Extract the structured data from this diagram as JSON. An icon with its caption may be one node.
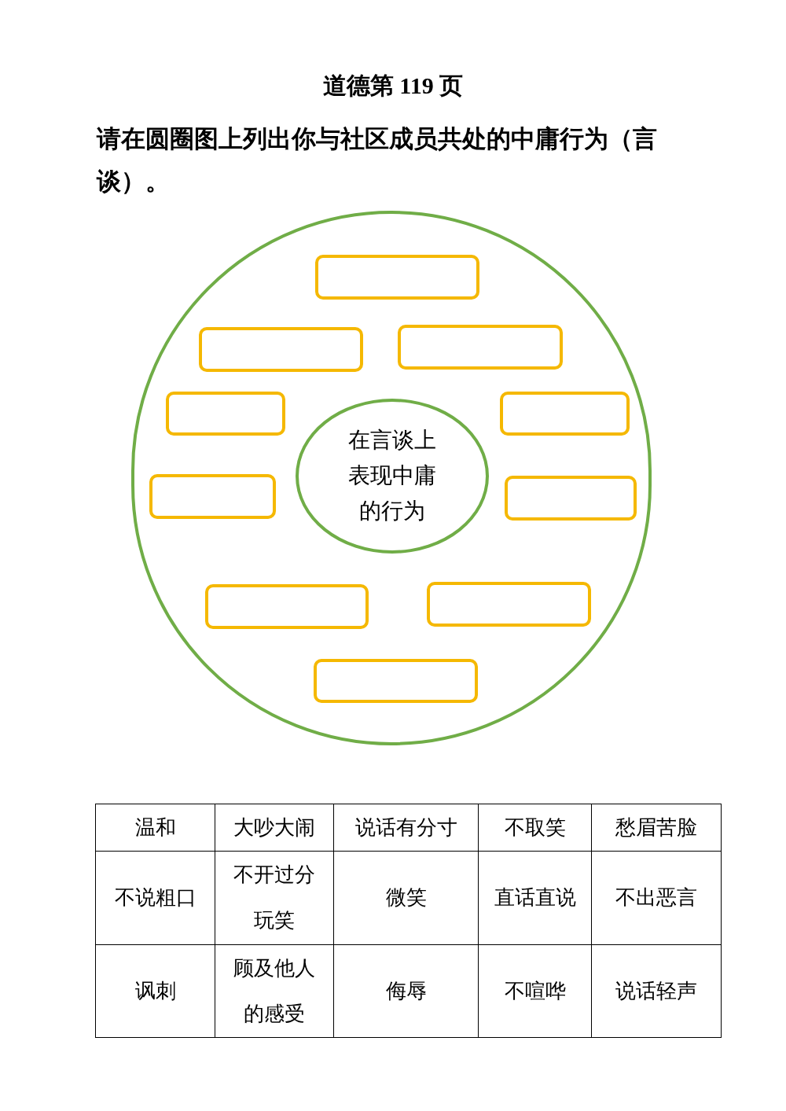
{
  "diagram": {
    "title": "道德第 119 页",
    "nodes": [
      {
        "text": [],
        "shape": "circle"
      },
      {
        "text": [],
        "shape": "box",
        "in": 0
      },
      {
        "text": [],
        "shape": "box",
        "in": 0
      },
      {
        "text": [],
        "shape": "box",
        "in": 0
      },
      {
        "text": [],
        "shape": "box",
        "in": 0
      },
      {
        "text": [
          "在言谈上表现中庸的行为"
        ],
        "in": 0
      },
      {
        "text": [],
        "shape": "box",
        "in": 0
      },
      {
        "text": [],
        "shape": "box",
        "in": 0
      },
      {
        "text": [],
        "shape": "box",
        "in": 0
      },
      {
        "text": [],
        "shape": "box",
        "in": 0
      },
      {
        "text": [],
        "shape": "box",
        "in": 0
      },
      {
        "text": [],
        "shape": "box",
        "in": 0
      }
    ],
    "edges": [],
    "labels": [
      "请在圆圈图上列出你与社区成员共处的中庸行为（言谈）。",
      "温和",
      "大吵大闹",
      "说话有分寸",
      "不取笑",
      "愁眉苦脸",
      "不说粗口",
      "不开过分玩笑",
      "微笑",
      "直话直说",
      "不出恶言",
      "讽刺",
      "顾及他人的感受",
      "侮辱",
      "不喧哗",
      "说话轻声"
    ]
  }
}
